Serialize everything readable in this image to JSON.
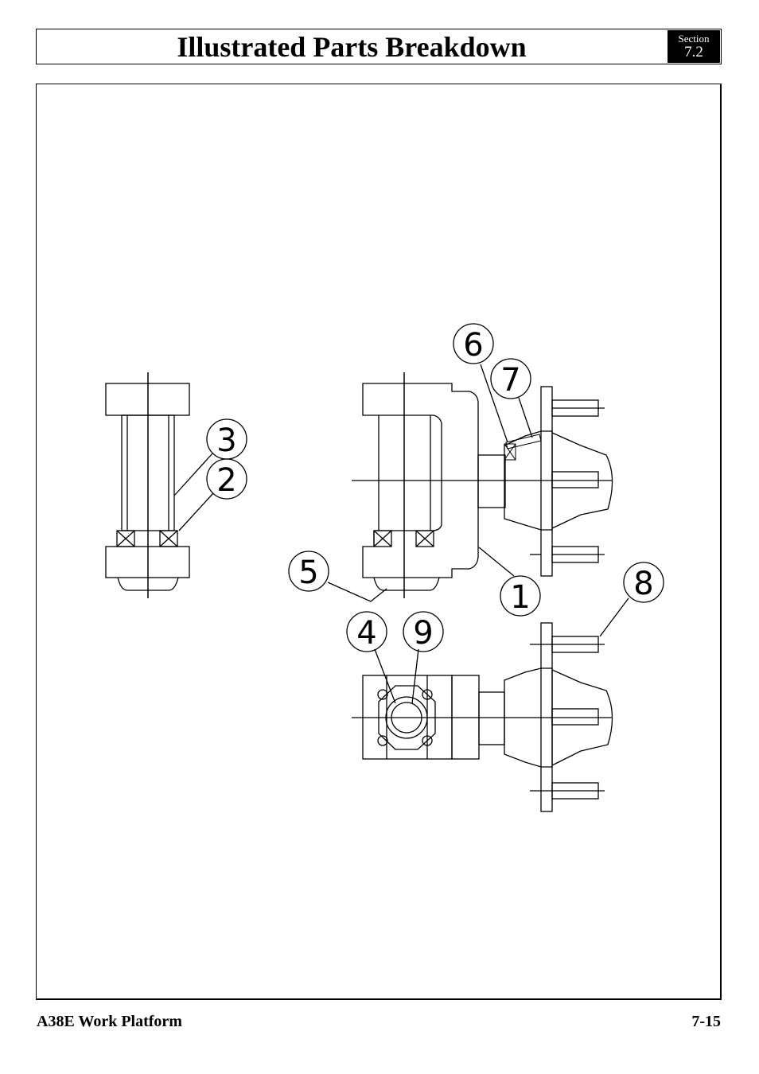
{
  "header": {
    "title": "Illustrated Parts Breakdown",
    "section_label": "Section",
    "section_number": "7.2"
  },
  "callouts": [
    "1",
    "2",
    "3",
    "4",
    "5",
    "6",
    "7",
    "8",
    "9"
  ],
  "footer": {
    "product": "A38E Work Platform",
    "page": "7-15"
  }
}
